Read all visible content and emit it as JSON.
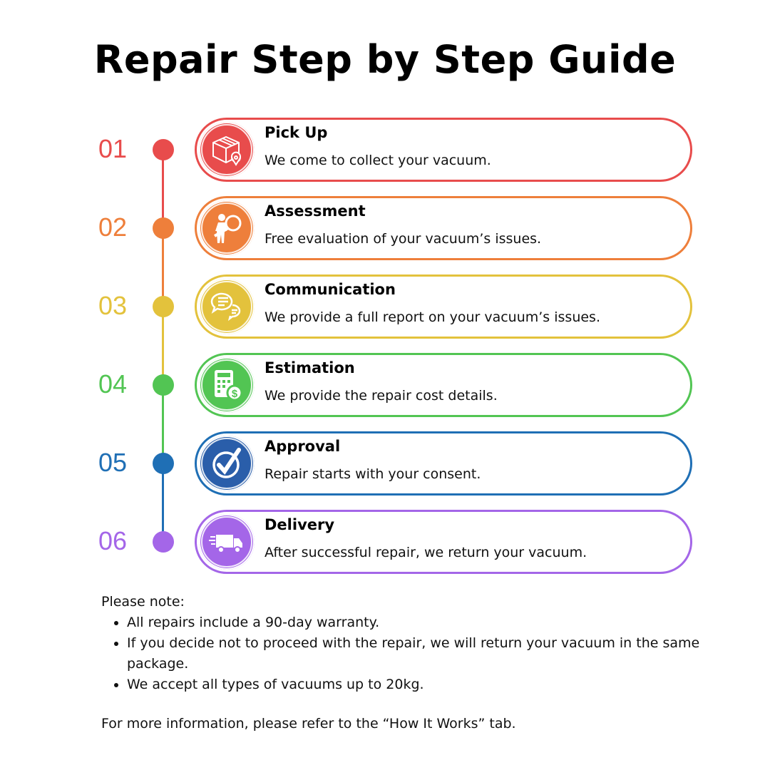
{
  "title": "Repair Step by Step Guide",
  "steps": [
    {
      "number": "01",
      "title": "Pick Up",
      "description": "We come to collect your vacuum.",
      "icon": "package-location-icon",
      "color": "#e84c4c"
    },
    {
      "number": "02",
      "title": "Assessment",
      "description": "Free evaluation of your vacuum’s issues.",
      "icon": "magnifier-person-icon",
      "color": "#ee7f3b"
    },
    {
      "number": "03",
      "title": "Communication",
      "description": "We provide a full report on your vacuum’s issues.",
      "icon": "chat-bubbles-icon",
      "color": "#e3c23c"
    },
    {
      "number": "04",
      "title": "Estimation",
      "description": "We provide the repair cost details.",
      "icon": "calculator-dollar-icon",
      "color": "#52c553"
    },
    {
      "number": "05",
      "title": "Approval",
      "description": "Repair starts with your consent.",
      "icon": "check-circle-icon",
      "color": "#1f6fb5"
    },
    {
      "number": "06",
      "title": "Delivery",
      "description": "After successful repair, we return your vacuum.",
      "icon": "delivery-truck-icon",
      "color": "#a466e8"
    }
  ],
  "notes": {
    "heading": "Please note:",
    "items": [
      "All repairs include a 90-day warranty.",
      "If you decide not to proceed with the repair, we will return your vacuum in the same package.",
      "We accept all types of vacuums up to 20kg."
    ]
  },
  "footer": "For more information, please refer to the “How It Works” tab."
}
